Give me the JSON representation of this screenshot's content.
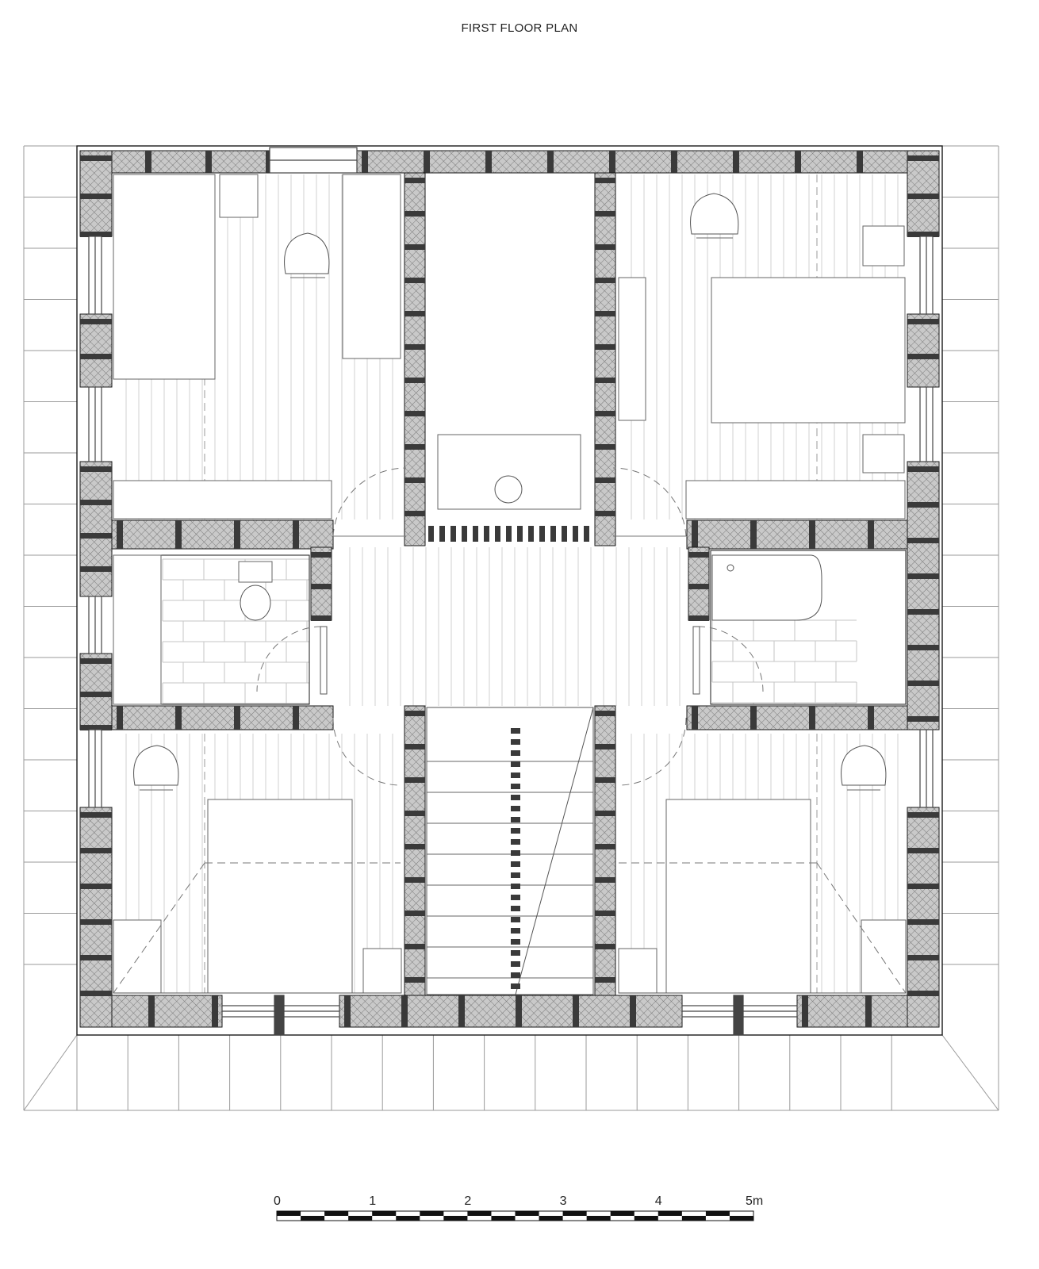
{
  "title": "FIRST FLOOR PLAN",
  "scale_bar": {
    "labels": [
      "0",
      "1",
      "2",
      "3",
      "4",
      "5m"
    ],
    "max_m": 5
  },
  "colors": {
    "line": "#1a1a1a",
    "thin": "#8a8a8a",
    "faint": "#c4c4c4",
    "wall_fill": "#bdbdbd",
    "post": "#3a3a3a"
  }
}
